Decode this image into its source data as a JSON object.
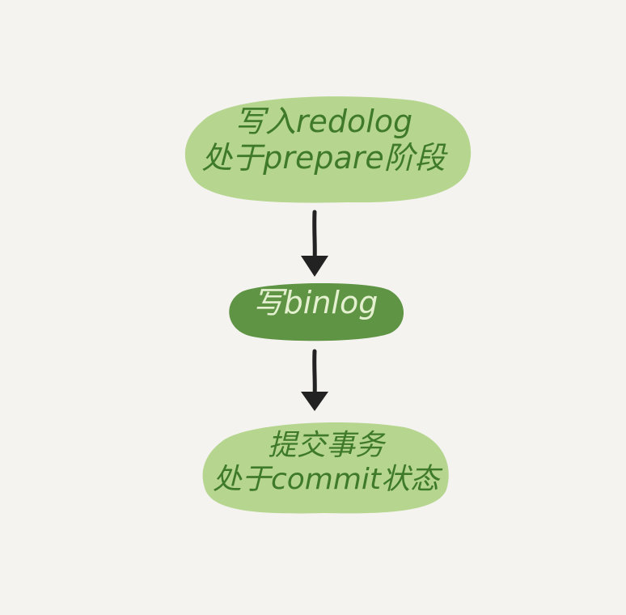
{
  "diagram": {
    "nodes": [
      {
        "id": "step-1",
        "lines": [
          "写入redolog",
          "处于prepare阶段"
        ]
      },
      {
        "id": "step-2",
        "lines": [
          "写binlog"
        ]
      },
      {
        "id": "step-3",
        "lines": [
          "提交事务",
          "处于commit状态"
        ]
      }
    ],
    "edges": [
      {
        "from": "step-1",
        "to": "step-2"
      },
      {
        "from": "step-2",
        "to": "step-3"
      }
    ]
  },
  "colors": {
    "background": "#f4f3ef",
    "light_node_fill": "#b6d68f",
    "dark_node_fill": "#5e9444",
    "light_node_text": "#3f7a2a",
    "dark_node_text": "#e4f0cf",
    "arrow": "#222222"
  }
}
